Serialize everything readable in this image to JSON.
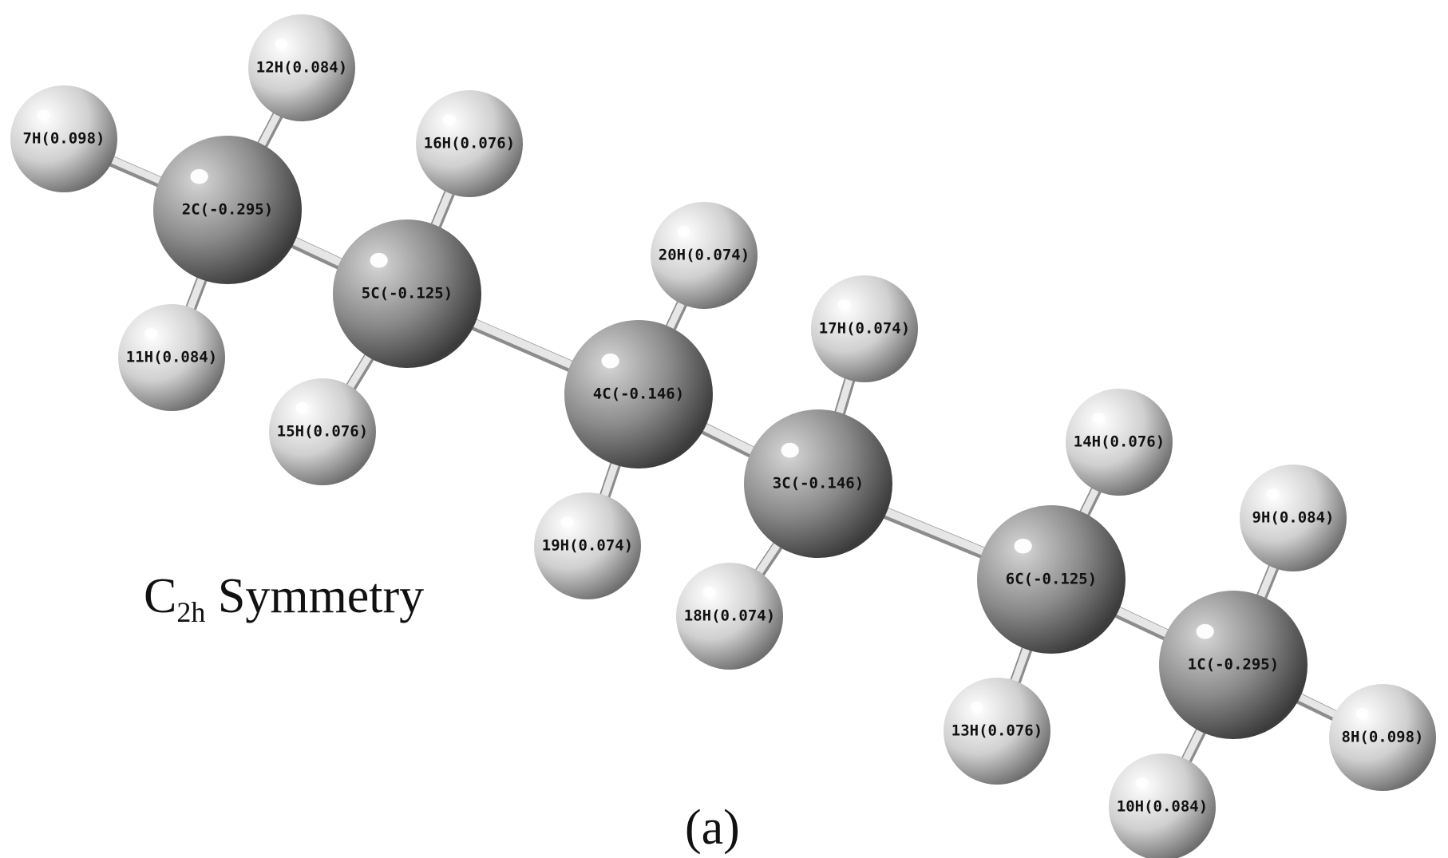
{
  "symmetry": {
    "main": "C",
    "sub": "2h",
    "suffix": " Symmetry"
  },
  "panel_label": "(a)",
  "colors": {
    "carbon_light": "#d6d6d6",
    "carbon_mid": "#8a8a8a",
    "carbon_dark": "#3c3c3c",
    "hydrogen_light": "#ffffff",
    "hydrogen_mid": "#d0d0d0",
    "hydrogen_dark": "#6e6e6e",
    "bond": "#e6e6e6",
    "label": "#111111"
  },
  "molecule": {
    "atoms": [
      {
        "id": "1C",
        "element": "C",
        "label": "1C(-0.295)"
      },
      {
        "id": "2C",
        "element": "C",
        "label": "2C(-0.295)"
      },
      {
        "id": "3C",
        "element": "C",
        "label": "3C(-0.146)"
      },
      {
        "id": "4C",
        "element": "C",
        "label": "4C(-0.146)"
      },
      {
        "id": "5C",
        "element": "C",
        "label": "5C(-0.125)"
      },
      {
        "id": "6C",
        "element": "C",
        "label": "6C(-0.125)"
      },
      {
        "id": "7H",
        "element": "H",
        "label": "7H(0.098)"
      },
      {
        "id": "8H",
        "element": "H",
        "label": "8H(0.098)"
      },
      {
        "id": "9H",
        "element": "H",
        "label": "9H(0.084)"
      },
      {
        "id": "10H",
        "element": "H",
        "label": "10H(0.084)"
      },
      {
        "id": "11H",
        "element": "H",
        "label": "11H(0.084)"
      },
      {
        "id": "12H",
        "element": "H",
        "label": "12H(0.084)"
      },
      {
        "id": "13H",
        "element": "H",
        "label": "13H(0.076)"
      },
      {
        "id": "14H",
        "element": "H",
        "label": "14H(0.076)"
      },
      {
        "id": "15H",
        "element": "H",
        "label": "15H(0.076)"
      },
      {
        "id": "16H",
        "element": "H",
        "label": "16H(0.076)"
      },
      {
        "id": "17H",
        "element": "H",
        "label": "17H(0.074)"
      },
      {
        "id": "18H",
        "element": "H",
        "label": "18H(0.074)"
      },
      {
        "id": "19H",
        "element": "H",
        "label": "19H(0.074)"
      },
      {
        "id": "20H",
        "element": "H",
        "label": "20H(0.074)"
      }
    ],
    "bonds": [
      [
        "2C",
        "5C"
      ],
      [
        "5C",
        "4C"
      ],
      [
        "4C",
        "3C"
      ],
      [
        "3C",
        "6C"
      ],
      [
        "6C",
        "1C"
      ],
      [
        "2C",
        "7H"
      ],
      [
        "2C",
        "12H"
      ],
      [
        "2C",
        "11H"
      ],
      [
        "5C",
        "16H"
      ],
      [
        "5C",
        "15H"
      ],
      [
        "4C",
        "20H"
      ],
      [
        "4C",
        "19H"
      ],
      [
        "3C",
        "17H"
      ],
      [
        "3C",
        "18H"
      ],
      [
        "6C",
        "14H"
      ],
      [
        "6C",
        "13H"
      ],
      [
        "1C",
        "9H"
      ],
      [
        "1C",
        "10H"
      ],
      [
        "1C",
        "8H"
      ]
    ]
  }
}
